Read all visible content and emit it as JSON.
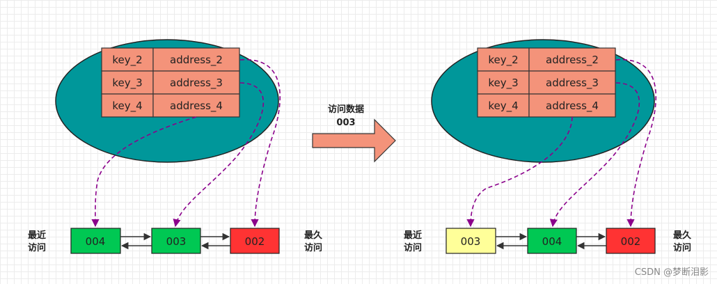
{
  "colors": {
    "hash_bg": "#00979a",
    "entry_cell": "#f4937a",
    "node_recent": "#ffff99",
    "node_green": "#00c853",
    "node_red": "#ff3333",
    "pointer": "#8b008b",
    "arrow_fill": "#f4937a"
  },
  "before": {
    "entries": [
      {
        "key": "key_2",
        "address": "address_2"
      },
      {
        "key": "key_3",
        "address": "address_3"
      },
      {
        "key": "key_4",
        "address": "address_4"
      }
    ],
    "nodes": [
      "004",
      "003",
      "002"
    ],
    "label_left": [
      "最近",
      "访问"
    ],
    "label_right": [
      "最久",
      "访问"
    ]
  },
  "after": {
    "entries": [
      {
        "key": "key_2",
        "address": "address_2"
      },
      {
        "key": "key_3",
        "address": "address_3"
      },
      {
        "key": "key_4",
        "address": "address_4"
      }
    ],
    "nodes": [
      "003",
      "004",
      "002"
    ],
    "label_left": [
      "最近",
      "访问"
    ],
    "label_right": [
      "最久",
      "访问"
    ]
  },
  "transition": {
    "line1": "访问数据",
    "line2": "003"
  },
  "watermark": "CSDN @梦断泪影"
}
